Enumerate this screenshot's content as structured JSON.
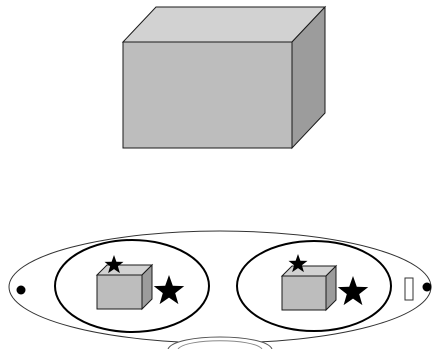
{
  "colors": {
    "background": "#ffffff",
    "box_front": "#bdbdbd",
    "box_top": "#d2d2d2",
    "box_side": "#9c9c9c",
    "stroke": "#1a1a1a",
    "star": "#000000"
  },
  "icons": {
    "large_box": "box-3d",
    "small_box": "box-3d",
    "small_star": "star",
    "large_star": "star",
    "dot": "circle",
    "slot": "rectangle"
  }
}
